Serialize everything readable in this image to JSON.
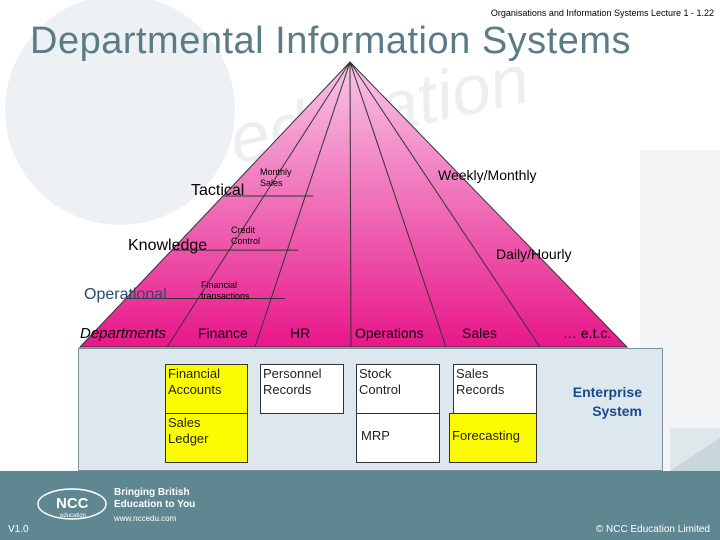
{
  "header": {
    "caption": "Organisations and Information Systems  Lecture 1 - 1.22",
    "title": "Departmental Information Systems"
  },
  "pyramid": {
    "levels": {
      "tactical": "Tactical",
      "knowledge": "Knowledge",
      "operational": "Operational"
    },
    "inner_labels": {
      "monthly_sales_1": "Monthly",
      "monthly_sales_2": "Sales",
      "credit_control_1": "Credit",
      "credit_control_2": "Control",
      "financial_transactions_1": "Financial",
      "financial_transactions_2": "transactions"
    },
    "frequency_labels": {
      "weekly_monthly": "Weekly/Monthly",
      "daily_hourly": "Daily/Hourly"
    },
    "colors": {
      "top": "#f7c6e6",
      "bottom": "#e8178a",
      "line": "#333333"
    }
  },
  "departments": {
    "heading": "Departments",
    "columns": [
      "Finance",
      "HR",
      "Operations",
      "Sales",
      "… e.t.c."
    ]
  },
  "systems": {
    "financial_accounts_1": "Financial",
    "financial_accounts_2": "Accounts",
    "sales_ledger_1": "Sales",
    "sales_ledger_2": "Ledger",
    "personnel_records_1": "Personnel",
    "personnel_records_2": "Records",
    "stock_control_1": "Stock",
    "stock_control_2": "Control",
    "mrp": "MRP",
    "sales_records_1": "Sales",
    "sales_records_2": "Records",
    "forecasting": "Forecasting",
    "enterprise_system": "Enterprise System"
  },
  "footer": {
    "logo_text": "NCC",
    "logo_subtext": "education",
    "tagline_1": "Bringing British",
    "tagline_2": "Education to You",
    "url": "www.nccedu.com",
    "version": "V1.0",
    "copyright": "©  NCC Education Limited"
  },
  "colors": {
    "title": "#5b7b86",
    "footer": "#5e8791",
    "panel": "#dde8ee",
    "highlight_box": "#fdfb00",
    "enterprise_text": "#1a4a8a"
  }
}
